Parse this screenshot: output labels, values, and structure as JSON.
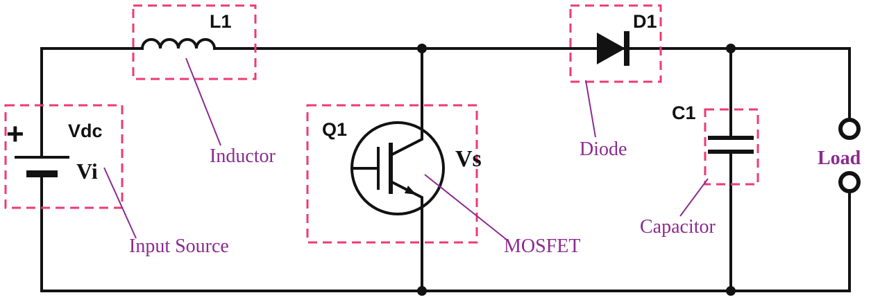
{
  "components": {
    "input_source": {
      "polarity": "+",
      "ref": "Vdc",
      "value": "Vi",
      "annotation": "Input Source"
    },
    "inductor": {
      "ref": "L1",
      "annotation": "Inductor"
    },
    "mosfet": {
      "ref": "Q1",
      "node": "Vs",
      "annotation": "MOSFET"
    },
    "diode": {
      "ref": "D1",
      "annotation": "Diode"
    },
    "capacitor": {
      "ref": "C1",
      "annotation": "Capacitor"
    },
    "load": {
      "annotation": "Load"
    }
  },
  "colors": {
    "wire": "#121212",
    "annotation_text": "#8a2b8f",
    "highlight_box": "#ee3a72"
  }
}
